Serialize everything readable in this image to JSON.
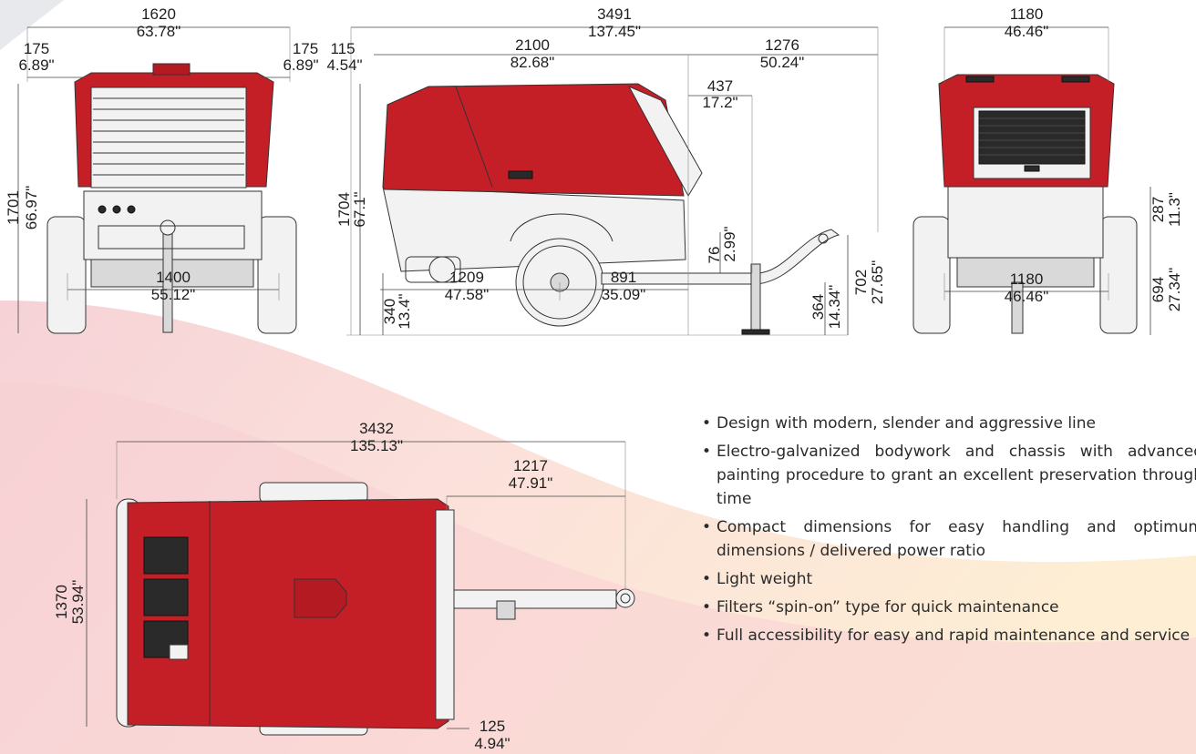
{
  "front_view": {
    "overall_width": [
      "1620",
      "63.78\""
    ],
    "left_offset": [
      "175",
      "6.89\""
    ],
    "right_offset": [
      "175",
      "6.89\""
    ],
    "height": [
      "1701",
      "66.97\""
    ],
    "track": [
      "1400",
      "55.12\""
    ]
  },
  "side_view": {
    "overall_length": [
      "3491",
      "137.45\""
    ],
    "front_overhang": [
      "115",
      "4.54\""
    ],
    "body_length": [
      "2100",
      "82.68\""
    ],
    "drawbar_length": [
      "1276",
      "50.24\""
    ],
    "hitch_offset": [
      "437",
      "17.2\""
    ],
    "height": [
      "1704",
      "67.1\""
    ],
    "drawbar_rise": [
      "76",
      "2.99\""
    ],
    "ground_clearance": [
      "340",
      "13.4\""
    ],
    "jack_height": [
      "364",
      "14.34\""
    ],
    "axle_height": [
      "702",
      "27.65\""
    ],
    "rear_to_axle": [
      "1209",
      "47.58\""
    ],
    "axle_to_jack": [
      "891",
      "35.09\""
    ]
  },
  "rear_view": {
    "width_top": [
      "1180",
      "46.46\""
    ],
    "width_bottom": [
      "1180",
      "46.46\""
    ],
    "panel_height": [
      "287",
      "11.3\""
    ],
    "frame_height": [
      "694",
      "27.34\""
    ]
  },
  "top_view": {
    "overall_length": [
      "3432",
      "135.13\""
    ],
    "drawbar_length": [
      "1217",
      "47.91\""
    ],
    "width": [
      "1370",
      "53.94\""
    ],
    "rear_offset": [
      "125",
      "4.94\""
    ]
  },
  "features": [
    "Design with modern, slender and aggressive line",
    "Electro-galvanized bodywork and chassis with advanced painting procedure to grant an excellent preservation through time",
    "Compact dimensions for easy handling and optimum dimensions / delivered power ratio",
    "Light weight",
    "Filters “spin-on” type for quick maintenance",
    "Full accessibility for easy and rapid maintenance and service"
  ],
  "colors": {
    "body_red": "#c41e26",
    "background_pink": "#f6d3d6",
    "background_orange": "#fbe3c8"
  }
}
